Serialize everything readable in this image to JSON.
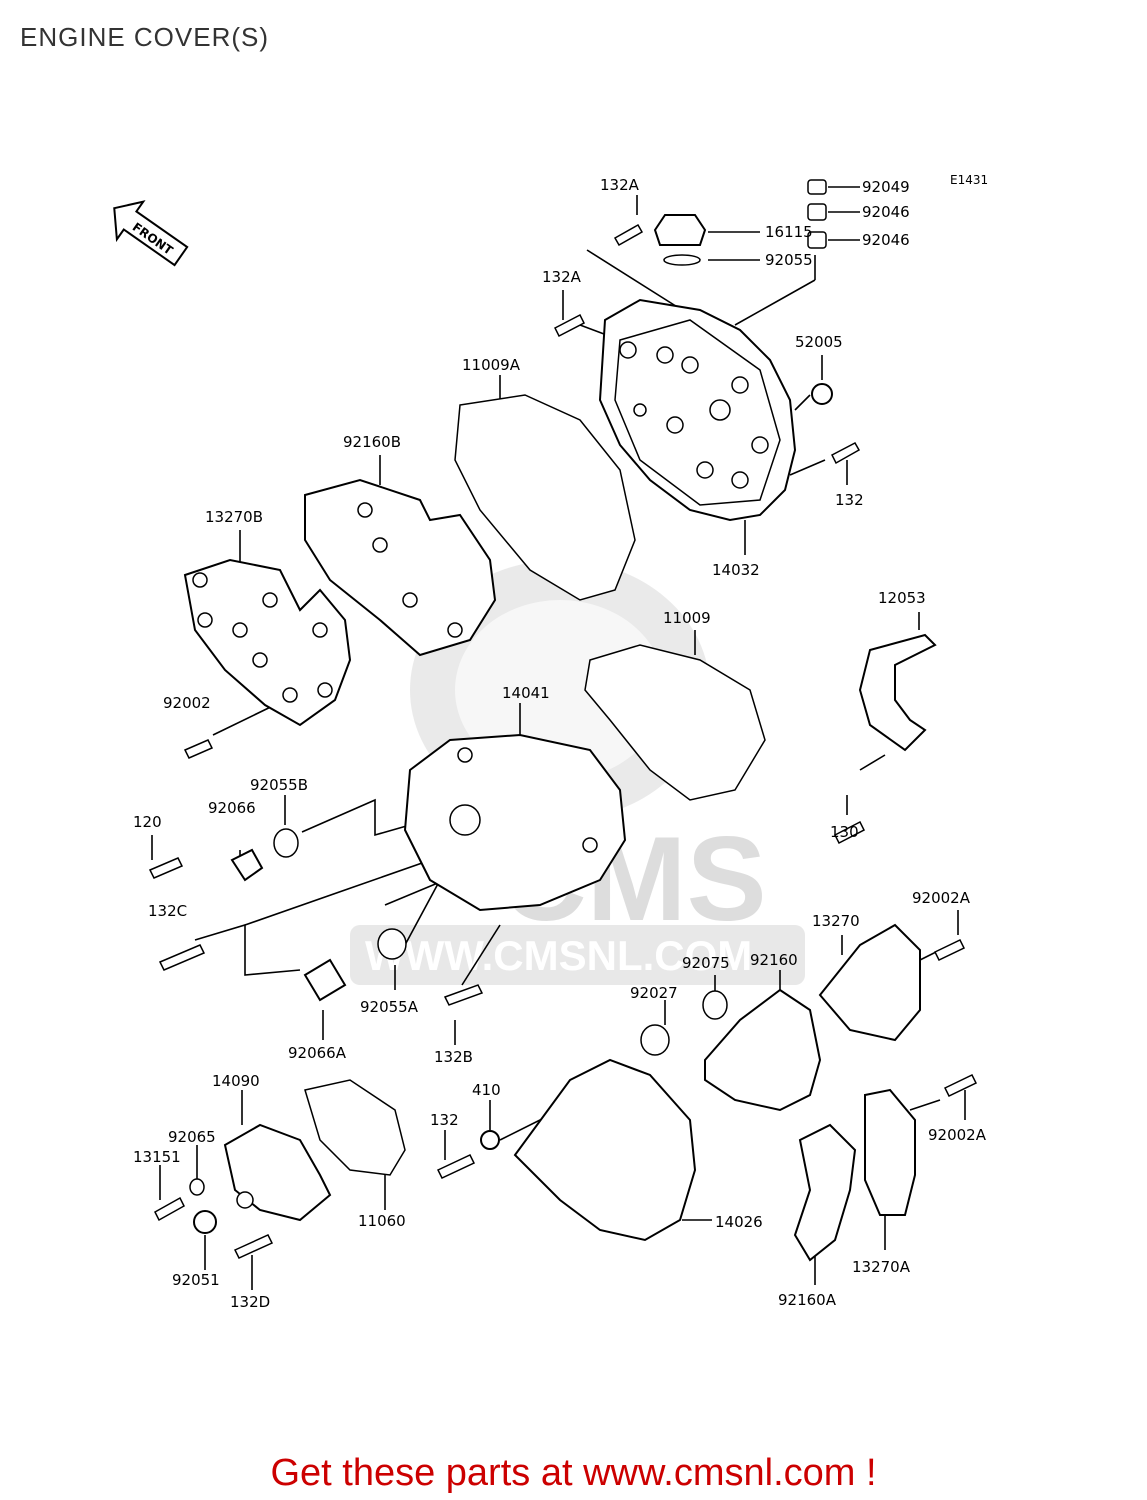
{
  "title": "ENGINE COVER(S)",
  "diagram_code": "E1431",
  "front_label": "FRONT",
  "watermark": {
    "brand": "CMS",
    "url": "WWW.CMSNL.COM"
  },
  "footer": "Get these parts at www.cmsnl.com !",
  "parts": [
    {
      "id": "132A"
    },
    {
      "id": "16115"
    },
    {
      "id": "92055"
    },
    {
      "id": "92049"
    },
    {
      "id": "92046"
    },
    {
      "id": "92046"
    },
    {
      "id": "132A"
    },
    {
      "id": "52005"
    },
    {
      "id": "11009A"
    },
    {
      "id": "132"
    },
    {
      "id": "92160B"
    },
    {
      "id": "14032"
    },
    {
      "id": "13270B"
    },
    {
      "id": "12053"
    },
    {
      "id": "11009"
    },
    {
      "id": "14041"
    },
    {
      "id": "92002"
    },
    {
      "id": "92055B"
    },
    {
      "id": "92066"
    },
    {
      "id": "120"
    },
    {
      "id": "130"
    },
    {
      "id": "132C"
    },
    {
      "id": "13270"
    },
    {
      "id": "92002A"
    },
    {
      "id": "92075"
    },
    {
      "id": "92160"
    },
    {
      "id": "92027"
    },
    {
      "id": "92055A"
    },
    {
      "id": "92066A"
    },
    {
      "id": "132B"
    },
    {
      "id": "14090"
    },
    {
      "id": "410"
    },
    {
      "id": "132"
    },
    {
      "id": "92065"
    },
    {
      "id": "13151"
    },
    {
      "id": "11060"
    },
    {
      "id": "92002A"
    },
    {
      "id": "14026"
    },
    {
      "id": "13270A"
    },
    {
      "id": "92051"
    },
    {
      "id": "132D"
    },
    {
      "id": "92160A"
    }
  ]
}
